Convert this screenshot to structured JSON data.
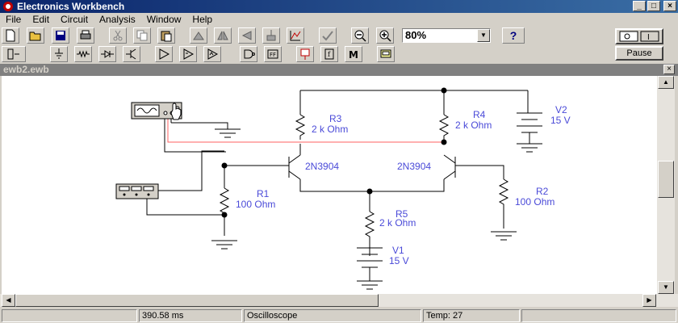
{
  "window": {
    "title": "Electronics Workbench",
    "min_glyph": "_",
    "max_glyph": "□",
    "close_glyph": "×"
  },
  "menu": [
    {
      "label": "File"
    },
    {
      "label": "Edit"
    },
    {
      "label": "Circuit"
    },
    {
      "label": "Analysis"
    },
    {
      "label": "Window"
    },
    {
      "label": "Help"
    }
  ],
  "toolbar": {
    "zoom_value": "80%",
    "help_label": "?",
    "pause_label": "Pause",
    "power_label": "I"
  },
  "document": {
    "title": "ewb2.ewb",
    "close_glyph": "×"
  },
  "circuit": {
    "r3": {
      "name": "R3",
      "value": "2 k Ohm"
    },
    "r4": {
      "name": "R4",
      "value": "2 k Ohm"
    },
    "r1": {
      "name": "R1",
      "value": "100  Ohm"
    },
    "r2": {
      "name": "R2",
      "value": "100  Ohm"
    },
    "r5": {
      "name": "R5",
      "value": "2 k Ohm"
    },
    "v1": {
      "name": "V1",
      "value": "15 V"
    },
    "v2": {
      "name": "V2",
      "value": "15 V"
    },
    "q1": {
      "model": "2N3904"
    },
    "q2": {
      "model": "2N3904"
    }
  },
  "status": {
    "time": "390.58 ms",
    "instrument": "Oscilloscope",
    "temp": "Temp:  27"
  },
  "colors": {
    "wire": "#000000",
    "probe_wire": "#ff6060",
    "label": "#4a4ad8",
    "titlebar": "#0a246a"
  }
}
